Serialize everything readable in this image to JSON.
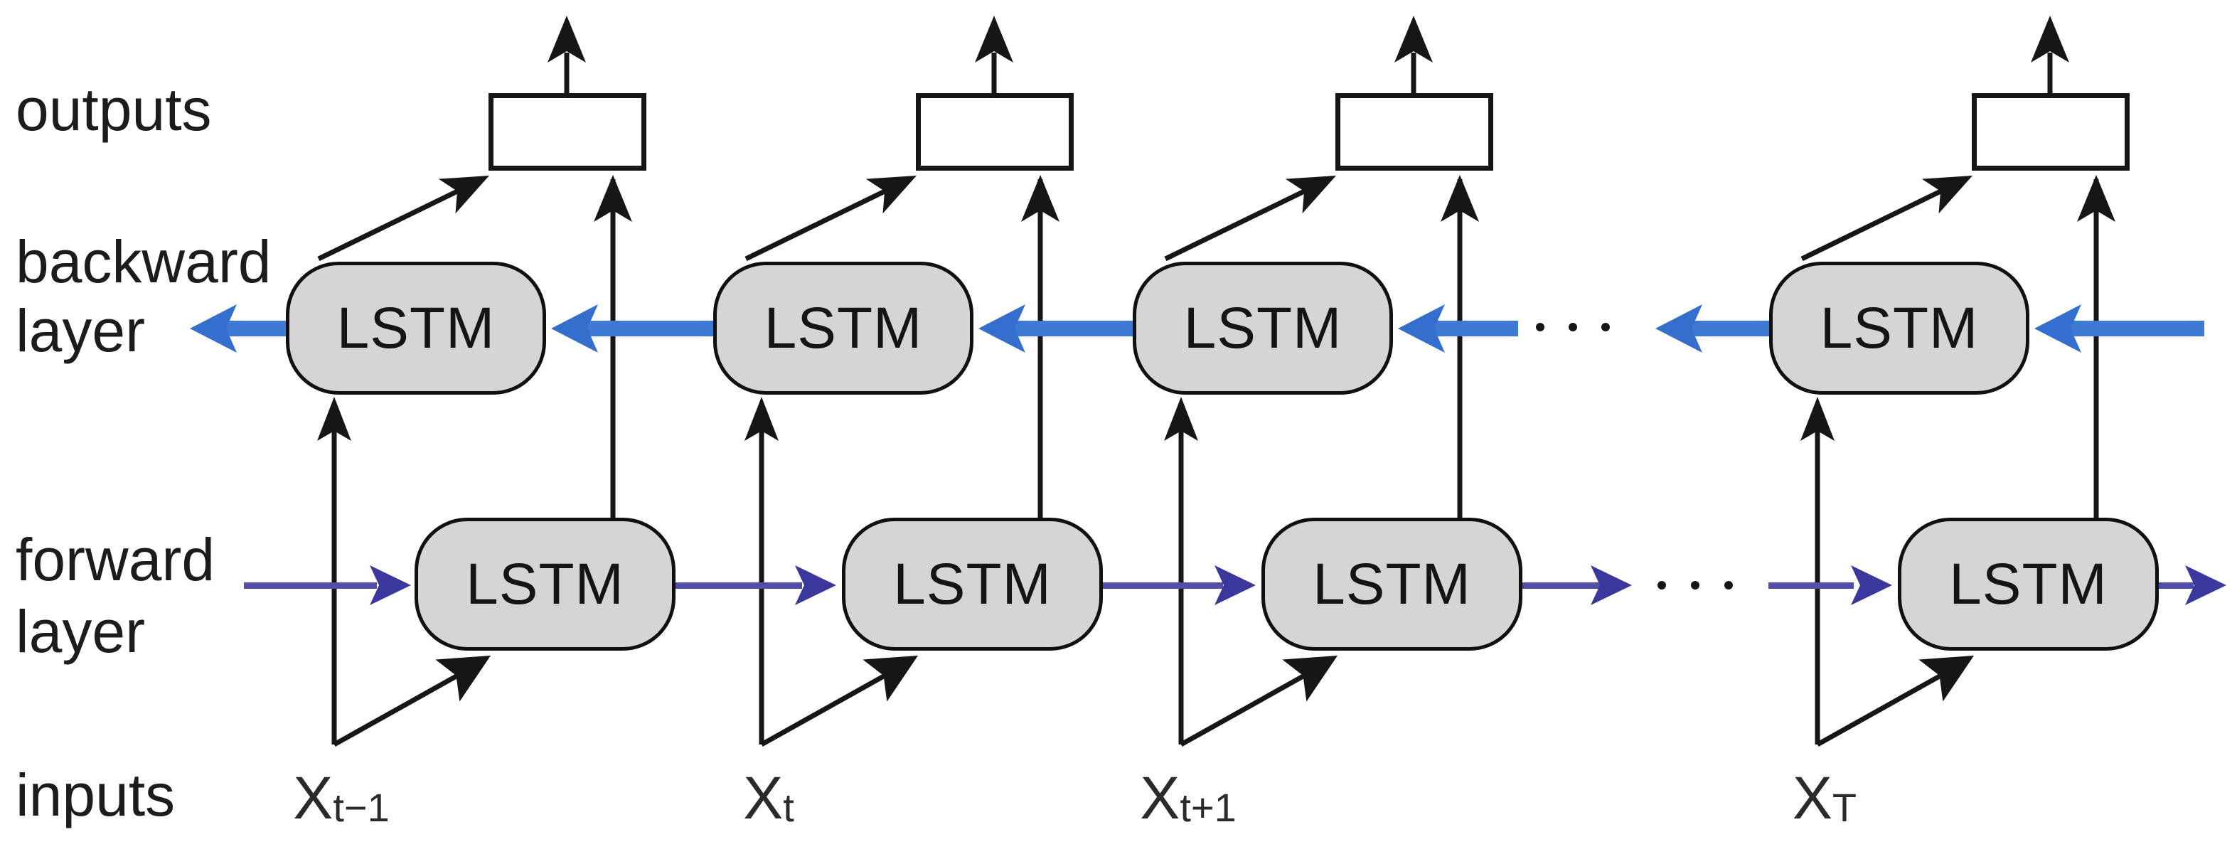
{
  "diagram": {
    "title_semantic": "bidirectional LSTM network unrolled over time",
    "row_count_lstm_per_column": 2,
    "column_count": 4,
    "ellipsis_rows": [
      "backward layer",
      "forward layer"
    ]
  },
  "labels": {
    "outputs": "outputs",
    "backward_line1": "backward",
    "backward_line2": "layer",
    "forward_line1": "forward",
    "forward_line2": "layer",
    "inputs": "inputs"
  },
  "nodes": {
    "lstm_label": "LSTM",
    "output_box_label": "",
    "ellipsis_icon": "···"
  },
  "columns": [
    {
      "id": "t-1",
      "input_base": "X",
      "input_sub": "t−1"
    },
    {
      "id": "t",
      "input_base": "X",
      "input_sub": "t"
    },
    {
      "id": "t+1",
      "input_base": "X",
      "input_sub": "t+1"
    },
    {
      "id": "T",
      "input_base": "X",
      "input_sub": "T"
    }
  ],
  "colors": {
    "page_bg": "#ffffff",
    "backward_arrow": "#3e79d4",
    "backward_arrow_head": "#356fcd",
    "forward_arrow": "#514da9",
    "forward_arrow_head": "#3a379d",
    "node_fill": "#d5d5d5",
    "node_border": "#101010",
    "box_fill": "#ffffff",
    "line_black": "#161616"
  }
}
